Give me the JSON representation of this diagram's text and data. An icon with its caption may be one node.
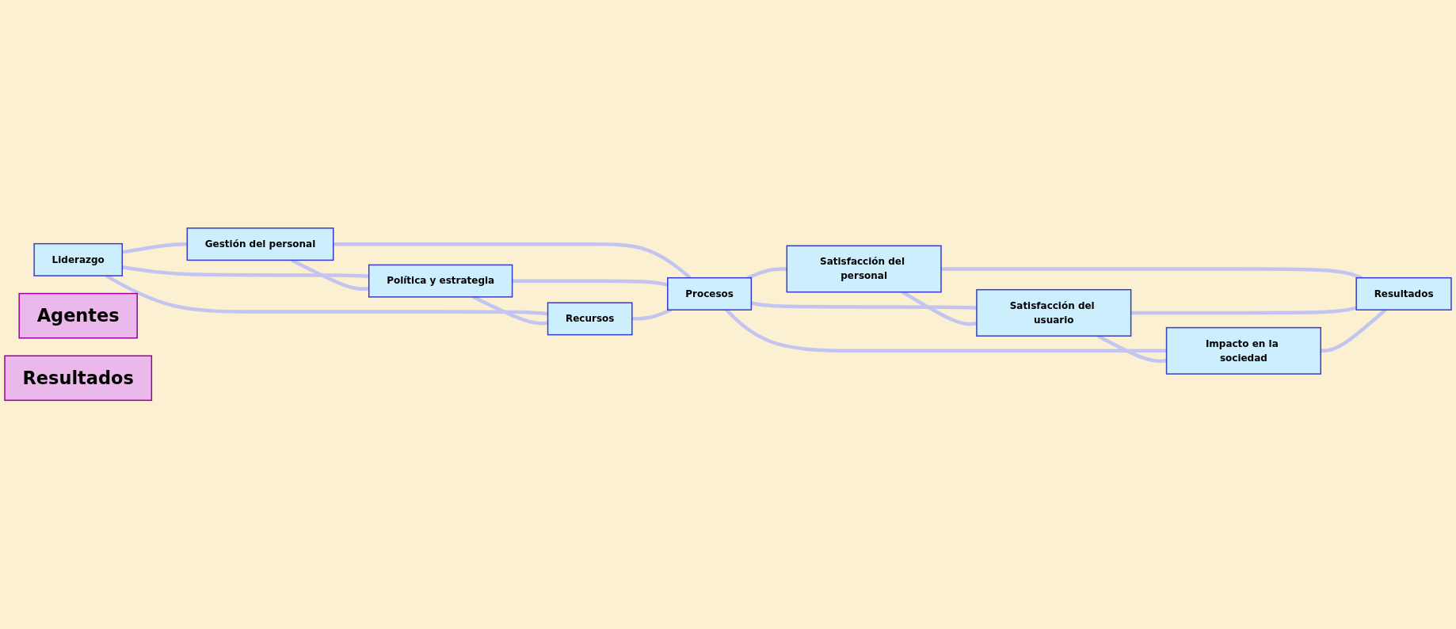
{
  "diagram": {
    "nodes": [
      {
        "text": [
          "Liderazgo"
        ]
      },
      {
        "text": [
          "Gestión del personal"
        ]
      },
      {
        "text": [
          "Política y estrategia"
        ]
      },
      {
        "text": [
          "Recursos"
        ]
      },
      {
        "text": [
          "Procesos"
        ]
      },
      {
        "text": [
          "Satisfacción del personal"
        ]
      },
      {
        "text": [
          "Satisfacción del usuario"
        ]
      },
      {
        "text": [
          "Impacto en la sociedad"
        ]
      },
      {
        "text": [
          "Resultados"
        ]
      },
      {
        "text": [
          "Agentes"
        ]
      },
      {
        "text": [
          "Resultados"
        ]
      }
    ],
    "edges": [
      {
        "from": 0,
        "to": 1,
        "arrow": "none"
      },
      {
        "from": 0,
        "to": 2,
        "arrow": "none"
      },
      {
        "from": 0,
        "to": 3,
        "arrow": "none"
      },
      {
        "from": 1,
        "to": 2,
        "arrow": "none"
      },
      {
        "from": 2,
        "to": 3,
        "arrow": "none"
      },
      {
        "from": 1,
        "to": 4,
        "arrow": "none"
      },
      {
        "from": 2,
        "to": 4,
        "arrow": "none"
      },
      {
        "from": 3,
        "to": 4,
        "arrow": "none"
      },
      {
        "from": 4,
        "to": 5,
        "arrow": "none"
      },
      {
        "from": 4,
        "to": 6,
        "arrow": "none"
      },
      {
        "from": 4,
        "to": 7,
        "arrow": "none"
      },
      {
        "from": 5,
        "to": 6,
        "arrow": "none"
      },
      {
        "from": 6,
        "to": 7,
        "arrow": "none"
      },
      {
        "from": 5,
        "to": 8,
        "arrow": "none"
      },
      {
        "from": 6,
        "to": 8,
        "arrow": "none"
      },
      {
        "from": 7,
        "to": 8,
        "arrow": "none"
      }
    ]
  }
}
